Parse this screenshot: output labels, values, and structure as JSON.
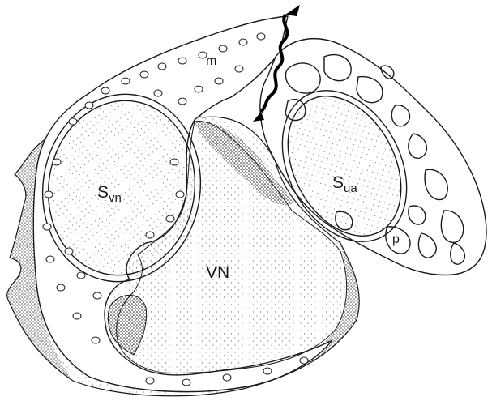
{
  "labels": {
    "vn_cell_main": "S",
    "vn_cell_sub": "vn",
    "ua_cell_main": "S",
    "ua_cell_sub": "ua",
    "nucleus": "VN",
    "mito": "m",
    "plastid": "p"
  },
  "colors": {
    "ink": "#1a1a1a",
    "paper": "#ffffff",
    "stipple": "#6b6b6b"
  },
  "markers": [
    "arrowhead-top",
    "arrowhead-bottom"
  ]
}
